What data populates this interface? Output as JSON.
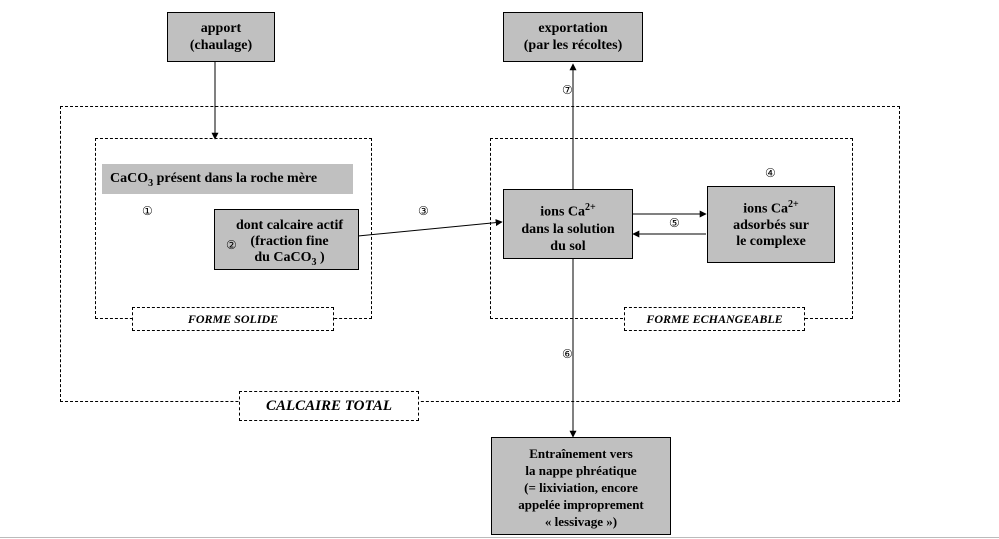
{
  "boxes": {
    "apport": {
      "line1": "apport",
      "line2": "(chaulage)"
    },
    "exportation": {
      "line1": "exportation",
      "line2": "(par les récoltes)"
    },
    "roche_mere": {
      "prefix": "CaCO",
      "sub": "3",
      "suffix": " présent dans la roche mère"
    },
    "calcaire_actif": {
      "line1": "dont calcaire actif",
      "line2": "(fraction fine",
      "line3_prefix": "du CaCO",
      "line3_sub": "3",
      "line3_suffix": " )"
    },
    "ions_solution": {
      "line1_prefix": "ions Ca",
      "line1_sup": "2+",
      "line2": "dans la solution",
      "line3": "du sol"
    },
    "ions_adsorbes": {
      "line1_prefix": "ions Ca",
      "line1_sup": "2+",
      "line2": "adsorbés sur",
      "line3": "le complexe"
    },
    "entrainement": {
      "line1": "Entraînement vers",
      "line2": "la nappe phréatique",
      "line3": "(= lixiviation, encore",
      "line4": "appelée improprement",
      "line5": "« lessivage »)"
    }
  },
  "labels": {
    "forme_solide": "FORME SOLIDE",
    "forme_echangeable": "FORME ECHANGEABLE",
    "calcaire_total": "CALCAIRE TOTAL"
  },
  "markers": {
    "m1": "①",
    "m2": "②",
    "m3": "③",
    "m4": "④",
    "m5": "⑤",
    "m6": "⑥",
    "m7": "⑦"
  }
}
